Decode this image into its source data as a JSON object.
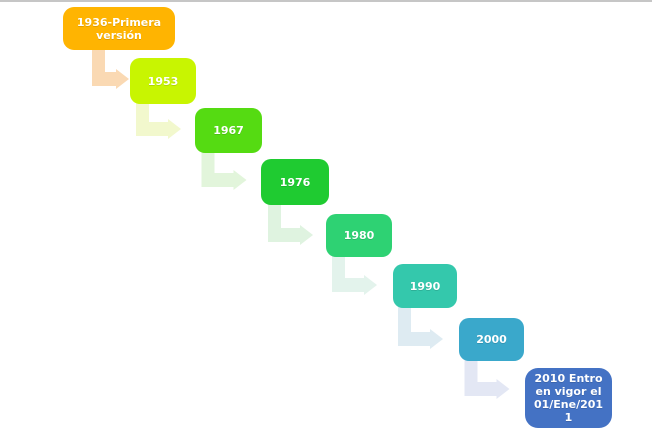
{
  "page": {
    "background_color": "#FFFFFF",
    "top_border_color": "#C6C6C6"
  },
  "timeline": {
    "type": "stepped-descending-timeline",
    "text_color": "#FFFFFF",
    "items": [
      {
        "label": "1936-Primera versión",
        "color": "#FFB401",
        "connector_color": "#FAD9B3"
      },
      {
        "label": "1953",
        "color": "#C8F501",
        "connector_color": "#F2F8CD"
      },
      {
        "label": "1967",
        "color": "#55DB12",
        "connector_color": "#E2F5DB"
      },
      {
        "label": "1976",
        "color": "#1FCB31",
        "connector_color": "#DFF3E0"
      },
      {
        "label": "1980",
        "color": "#2ED273",
        "connector_color": "#E3F3EC"
      },
      {
        "label": "1990",
        "color": "#34C8AC",
        "connector_color": "#DEEBF2"
      },
      {
        "label": "2000",
        "color": "#3AA8CB",
        "connector_color": "#E3E7F4"
      },
      {
        "label": "2010 Entro en vigor el 01/Ene/2011",
        "color": "#4472C4",
        "connector_color": null
      }
    ]
  }
}
